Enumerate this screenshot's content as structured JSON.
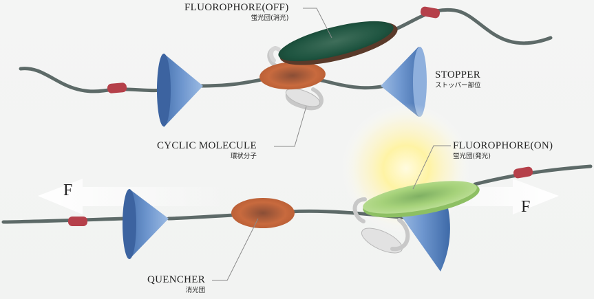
{
  "labels": {
    "fluorophore_off": {
      "en": "FLUOROPHORE(OFF)",
      "jp": "蛍光団(消光)"
    },
    "stopper": {
      "en": "STOPPER",
      "jp": "ストッパー部位"
    },
    "cyclic_molecule": {
      "en": "CYCLIC MOLECULE",
      "jp": "環状分子"
    },
    "fluorophore_on": {
      "en": "FLUOROPHORE(ON)",
      "jp": "蛍光団(発光)"
    },
    "quencher": {
      "en": "QUENCHER",
      "jp": "消光団"
    }
  },
  "force": {
    "left": "F",
    "right": "F"
  },
  "colors": {
    "fluorophore_off": "#1f5a45",
    "fluorophore_on": "#a6d27a",
    "quencher": "#c4683d",
    "stopper": "#5d86bf",
    "chain": "#5d6a68",
    "bead": "#b5404a",
    "ring": "#cfcfcf",
    "glow": "#fff6a3"
  }
}
